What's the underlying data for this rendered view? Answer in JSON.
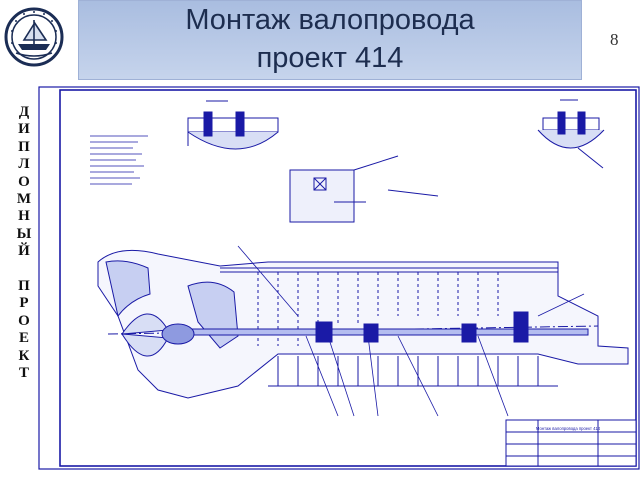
{
  "title": {
    "line1": "Монтаж валопровода",
    "line2": "проект 414"
  },
  "page_number": "8",
  "side_text": [
    "Д",
    "И",
    "П",
    "Л",
    "О",
    "М",
    "Н",
    "Ы",
    "Й",
    "",
    "П",
    "Р",
    "О",
    "Е",
    "К",
    "Т"
  ],
  "drawing": {
    "stamp_title": "Монтаж валопровода проект 414",
    "colors": {
      "drawing_blue": "#1a1aa6",
      "title_bg": "#b8c9e8",
      "title_text": "#1d2d4f"
    }
  }
}
